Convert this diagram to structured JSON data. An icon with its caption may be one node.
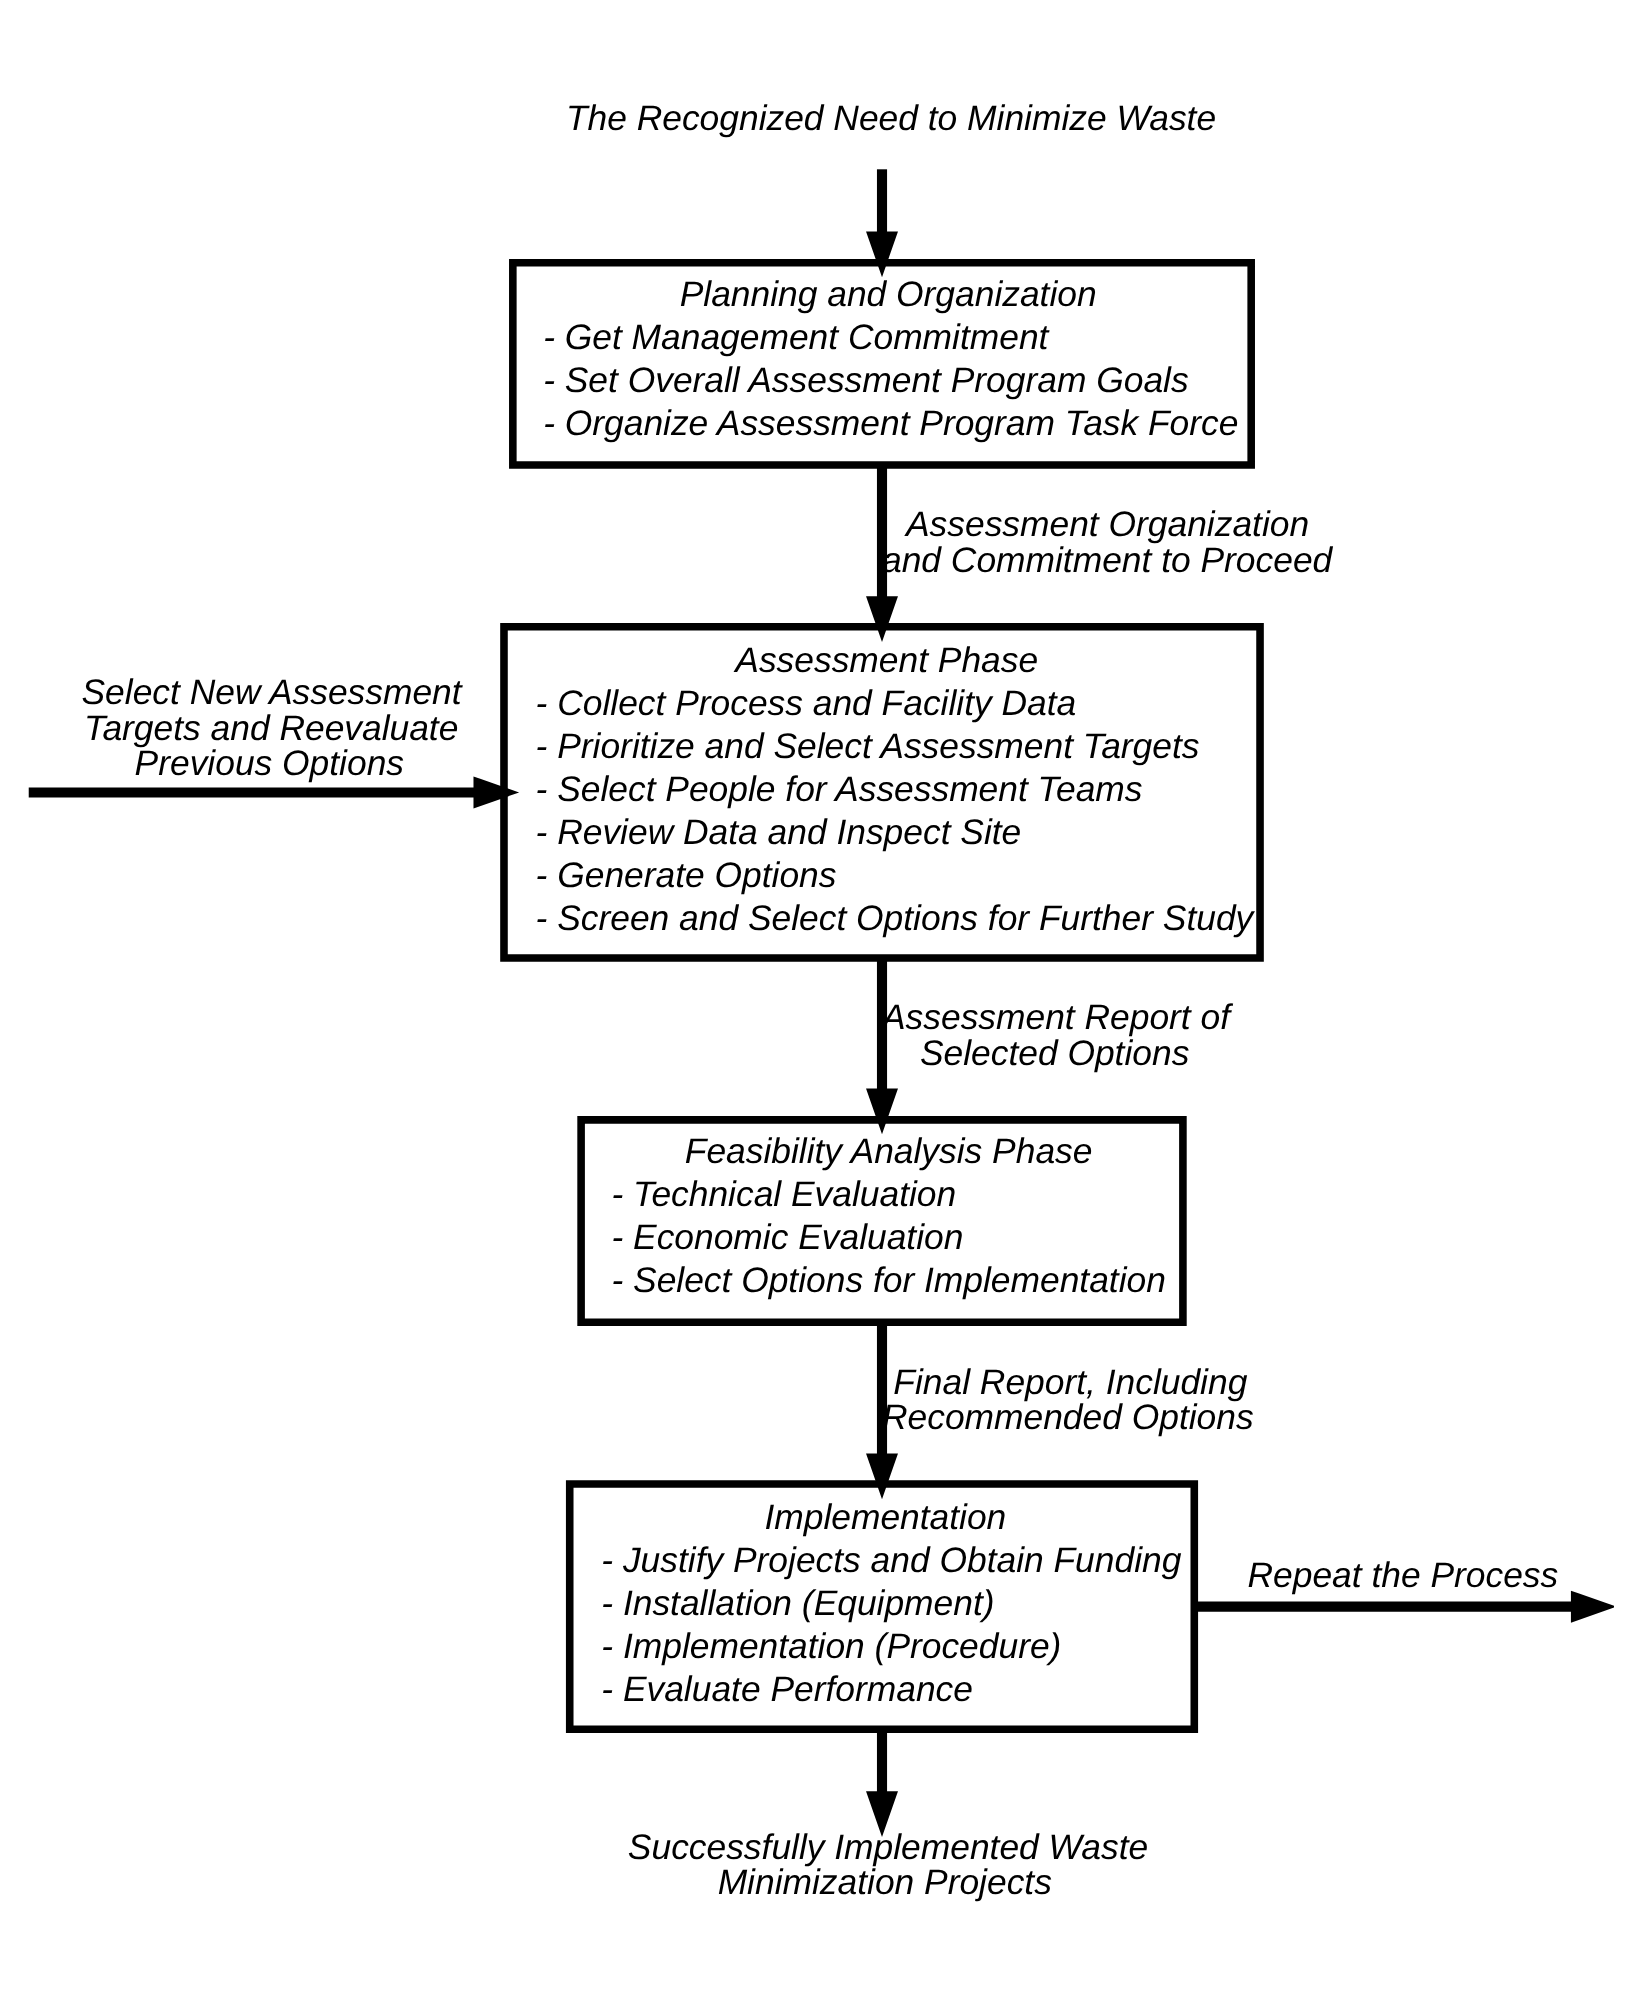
{
  "diagram": {
    "nodes": [
      {
        "text": [
          "The Recognized Need to Minimize Waste"
        ]
      },
      {
        "text": [
          "Planning and Organization",
          "- Get Management Commitment",
          "- Set Overall Assessment Program Goals",
          "- Organize Assessment Program Task Force"
        ]
      },
      {
        "text": [
          "Assessment Phase",
          "- Collect Process and Facility Data",
          "- Prioritize and Select Assessment Targets",
          "- Select People for Assessment Teams",
          "- Review Data and Inspect Site",
          "- Generate Options",
          "- Screen and Select Options for Further Study"
        ]
      },
      {
        "text": [
          "Feasibility Analysis Phase",
          "- Technical Evaluation",
          "- Economic Evaluation",
          "- Select Options for Implementation"
        ]
      },
      {
        "text": [
          "Implementation",
          "- Justify Projects and Obtain Funding",
          "- Installation (Equipment)",
          "- Implementation (Procedure)",
          "- Evaluate Performance"
        ]
      },
      {
        "text": [
          "Successfully Implemented Waste Minimization Projects"
        ]
      }
    ],
    "edges": [
      {
        "from": 0,
        "to": 1,
        "arrow": "to"
      },
      {
        "from": 1,
        "to": 2,
        "arrow": "to",
        "label": "Assessment Organization and Commitment to Proceed"
      },
      {
        "from": null,
        "to": 2,
        "arrow": "to",
        "label": "Select New Assessment Targets and Reevaluate Previous Options"
      },
      {
        "from": 2,
        "to": 3,
        "arrow": "to",
        "label": "Assessment Report of Selected Options"
      },
      {
        "from": 3,
        "to": 4,
        "arrow": "to",
        "label": "Final Report, Including Recommended Options"
      },
      {
        "from": 4,
        "to": null,
        "arrow": "to",
        "label": "Repeat the Process"
      },
      {
        "from": 4,
        "to": 5,
        "arrow": "to"
      }
    ]
  }
}
